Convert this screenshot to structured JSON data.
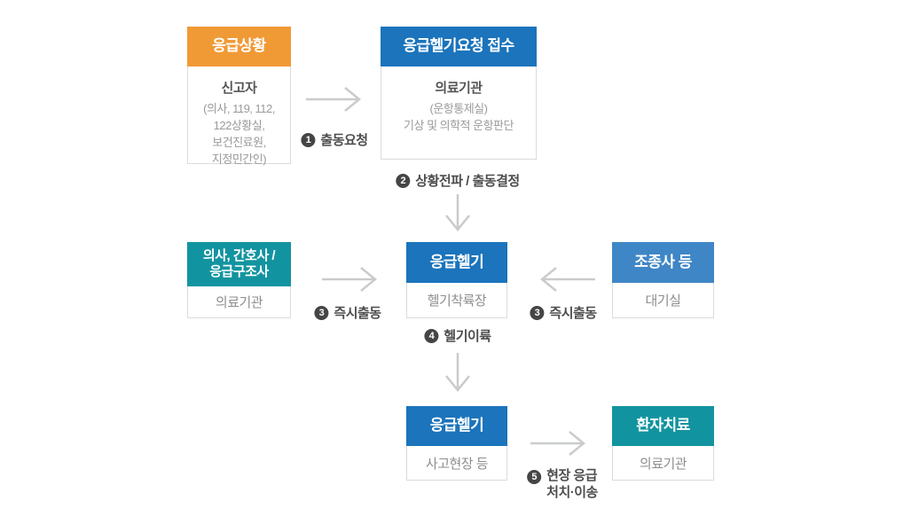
{
  "colors": {
    "orange": "#F09A36",
    "blue": "#1B74BC",
    "teal": "#1294A0",
    "light_blue": "#3F86C6",
    "arrow": "#C9CBCC",
    "border": "#DBDBDB",
    "label_text": "#4D4D4D",
    "badge_bg": "#454545",
    "body_strong": "#555555",
    "body_sub": "#9A9A9A",
    "body_text": "#8E8E8E"
  },
  "boxes": {
    "emergency_situation": {
      "title": "응급상황",
      "subtitle": "신고자",
      "lines": [
        "(의사, 119, 112,",
        "122상황실,",
        "보건진료원,",
        "지정민간인)"
      ]
    },
    "heli_request": {
      "title": "응급헬기요청 접수",
      "subtitle": "의료기관",
      "lines": [
        "(운항통제실)",
        "기상 및 의학적 운항판단"
      ]
    },
    "medical_team": {
      "title_line1": "의사, 간호사 /",
      "title_line2": "응급구조사",
      "body": "의료기관"
    },
    "heli_helipad": {
      "title": "응급헬기",
      "body": "헬기착륙장"
    },
    "pilot": {
      "title": "조종사 등",
      "body": "대기실"
    },
    "heli_scene": {
      "title": "응급헬기",
      "body": "사고현장 등"
    },
    "patient_care": {
      "title": "환자치료",
      "body": "의료기관"
    }
  },
  "steps": {
    "step1": {
      "num": "1",
      "label": "출동요청"
    },
    "step2": {
      "num": "2",
      "label": "상황전파 / 출동결정"
    },
    "step3_left": {
      "num": "3",
      "label": "즉시출동"
    },
    "step3_right": {
      "num": "3",
      "label": "즉시출동"
    },
    "step4": {
      "num": "4",
      "label": "헬기이륙"
    },
    "step5": {
      "num": "5",
      "label_line1": "현장 응급",
      "label_line2": "처치·이송"
    }
  }
}
